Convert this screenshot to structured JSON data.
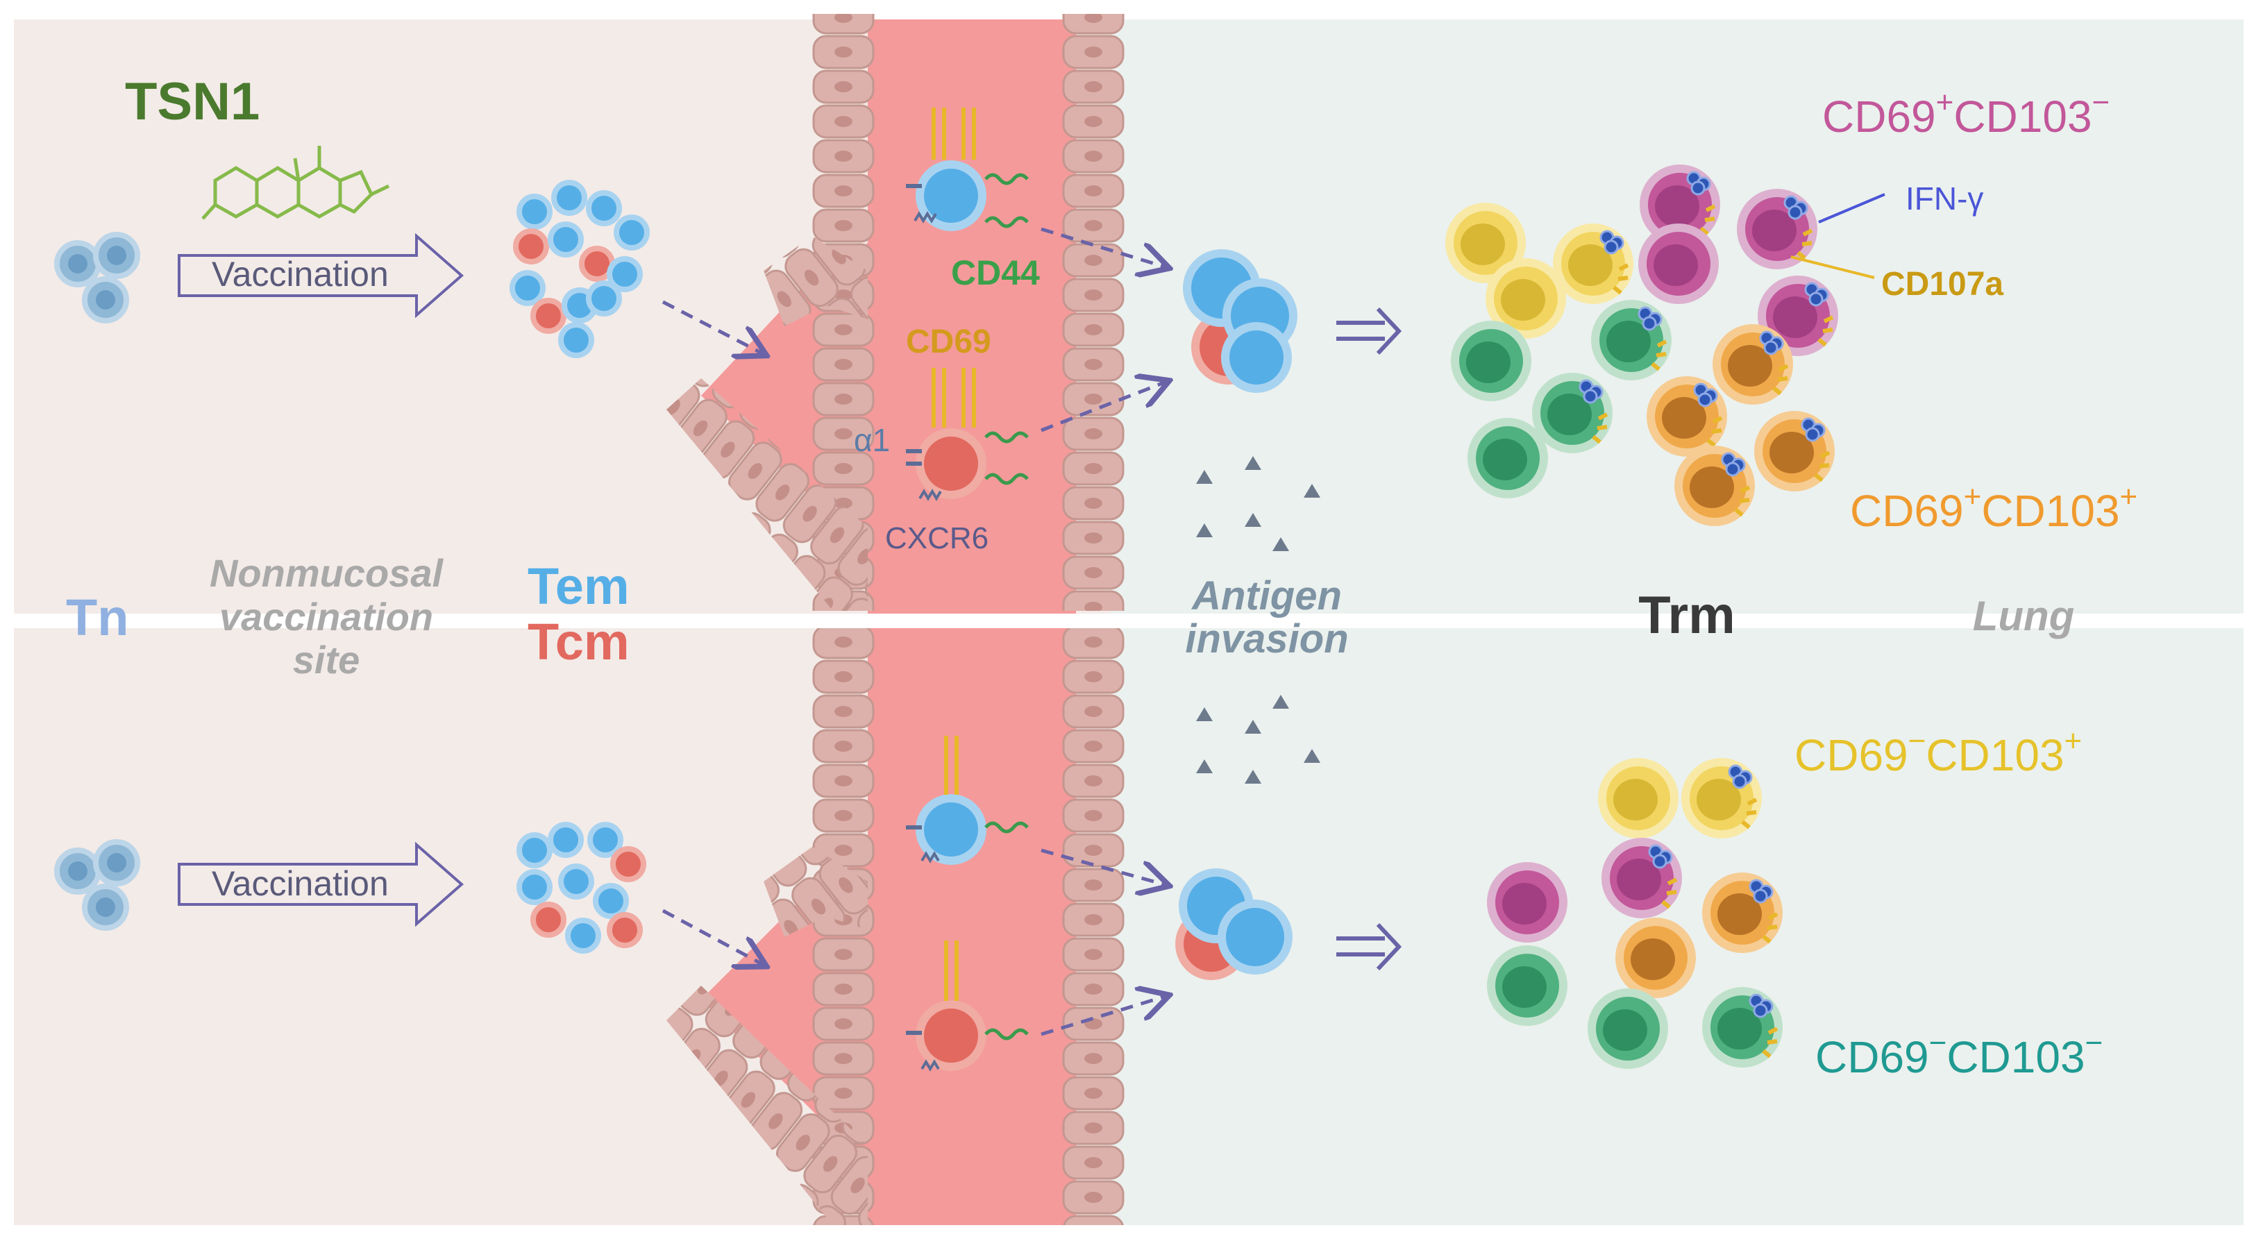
{
  "colors": {
    "left_bg": "#f3ebe8",
    "right_bg": "#ebf1ee",
    "vessel": "#f49a9a",
    "wall": "#dcb1ab",
    "tem": "#56aee6",
    "tcm": "#e2695f",
    "naive": "#8fb8d6",
    "cd69_cd103_neg": "#c2579a",
    "cd69_cd103_pos": "#f0a94a",
    "cd69neg_cd103pos": "#f2d560",
    "cd69neg_cd103neg": "#4fb17f",
    "ifn_dots": "#2e57b5",
    "cd107a": "#e8b829",
    "arrow": "#6a63a8",
    "antigen": "#6d7a8c"
  },
  "labels": {
    "drug": "TSN1",
    "vaccination_top": "Vaccination",
    "vaccination_bottom": "Vaccination",
    "tn": "Tn",
    "site_line1": "Nonmucosal",
    "site_line2": "vaccination",
    "site_line3": "site",
    "tem": "Tem",
    "tcm": "Tcm",
    "cd44": "CD44",
    "cd69": "CD69",
    "alpha1": "α1",
    "cxcr6": "CXCR6",
    "antigen_line1": "Antigen",
    "antigen_line2": "invasion",
    "trm": "Trm",
    "lung": "Lung",
    "ifn_gamma": "IFN-γ",
    "cd107a": "CD107a"
  },
  "phenotypes": {
    "p1": {
      "a": "CD69",
      "a_sup": "+",
      "b": "CD103",
      "b_sup": "−"
    },
    "p2": {
      "a": "CD69",
      "a_sup": "+",
      "b": "CD103",
      "b_sup": "+"
    },
    "p3": {
      "a": "CD69",
      "a_sup": "−",
      "b": "CD103",
      "b_sup": "+"
    },
    "p4": {
      "a": "CD69",
      "a_sup": "−",
      "b": "CD103",
      "b_sup": "−"
    }
  }
}
